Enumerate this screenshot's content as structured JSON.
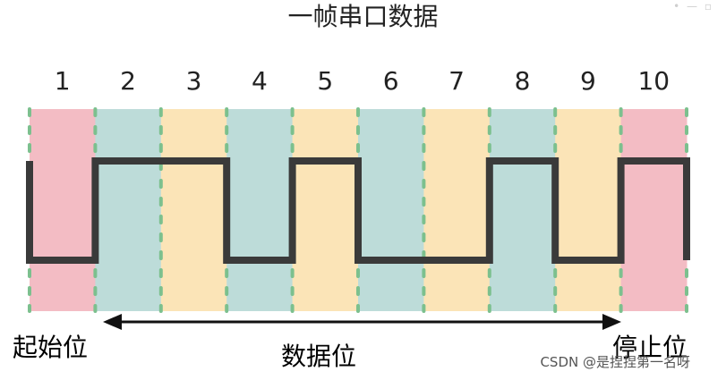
{
  "title": "一帧串口数据",
  "bits": [
    {
      "num": "1",
      "kind": "start",
      "level": 0
    },
    {
      "num": "2",
      "kind": "data",
      "level": 1
    },
    {
      "num": "3",
      "kind": "data",
      "level": 1
    },
    {
      "num": "4",
      "kind": "data",
      "level": 0
    },
    {
      "num": "5",
      "kind": "data",
      "level": 1
    },
    {
      "num": "6",
      "kind": "data",
      "level": 0
    },
    {
      "num": "7",
      "kind": "data",
      "level": 0
    },
    {
      "num": "8",
      "kind": "data",
      "level": 1
    },
    {
      "num": "9",
      "kind": "data",
      "level": 0
    },
    {
      "num": "10",
      "kind": "stop",
      "level": 1
    }
  ],
  "labels": {
    "start": "起始位",
    "data": "数据位",
    "stop": "停止位"
  },
  "watermark": "CSDN @是捏捏第一名呀",
  "corner_mark": "• — ▫",
  "colors": {
    "start_stop": "#f3bcc4",
    "data_a": "#bddcd9",
    "data_b": "#fbe4b7",
    "boundary": "#7cc08e",
    "signal": "#3a3a3a",
    "arrow": "#111111"
  }
}
